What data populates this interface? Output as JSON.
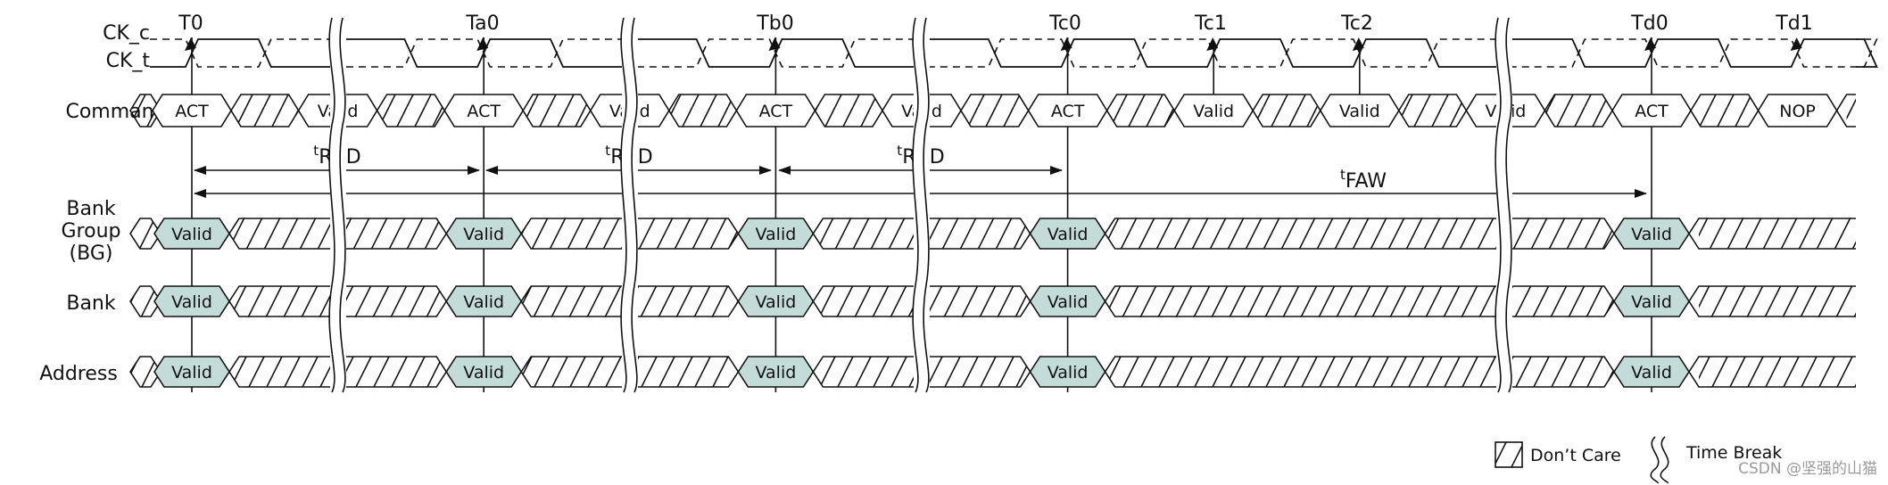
{
  "signals": {
    "ck_c": "CK_c",
    "ck_t": "CK_t",
    "command": "Command",
    "bg_line1": "Bank",
    "bg_line2": "Group",
    "bg_line3": "(BG)",
    "bank": "Bank",
    "address": "Address"
  },
  "time_labels": [
    "T0",
    "Ta0",
    "Tb0",
    "Tc0",
    "Tc1",
    "Tc2",
    "Td0",
    "Td1"
  ],
  "command_cells": [
    "ACT",
    "Valid",
    "ACT",
    "Valid",
    "ACT",
    "Valid",
    "ACT",
    "Valid",
    "Valid",
    "Valid",
    "ACT",
    "NOP"
  ],
  "valid_label": "Valid",
  "timing": {
    "trrd_prefix": "t",
    "trrd_name": "RRD",
    "tfaw_prefix": "t",
    "tfaw_name": "FAW"
  },
  "legend": {
    "dont_care": "Don’t Care",
    "time_break": "Time Break"
  },
  "watermark": "CSDN @坚强的山猫",
  "colors": {
    "valid_fill": "#c4dcd8",
    "stroke": "#111111"
  }
}
